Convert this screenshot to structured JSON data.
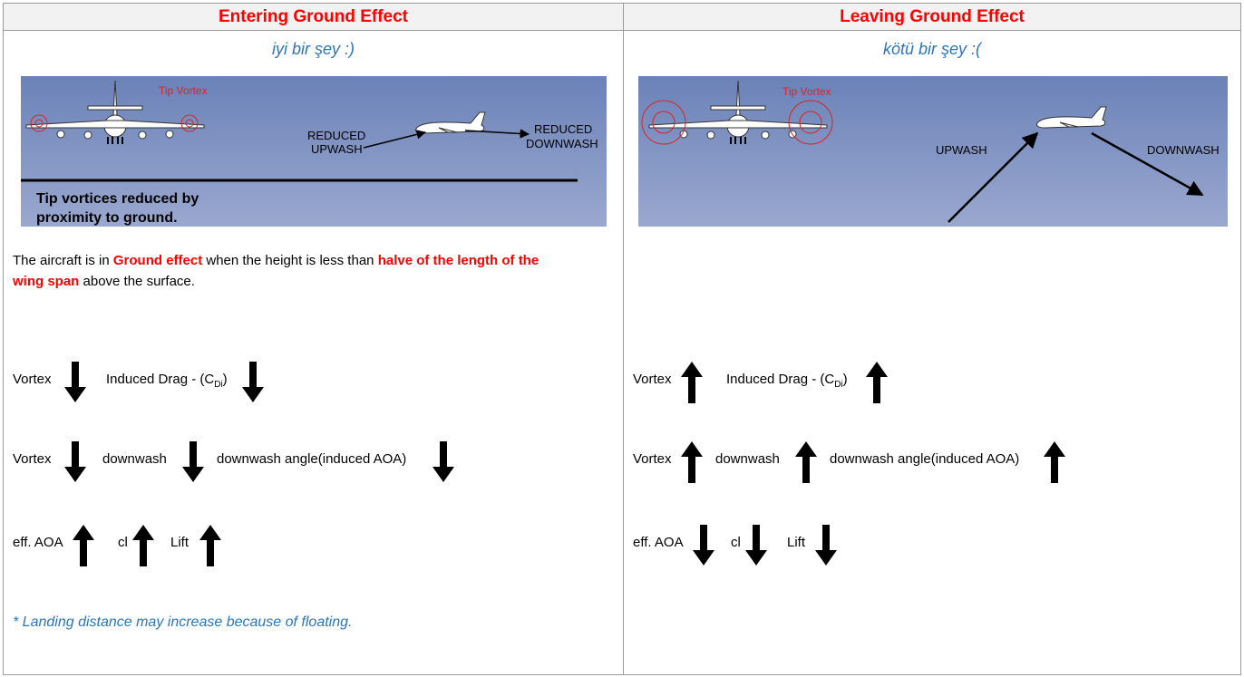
{
  "left": {
    "header": "Entering Ground Effect",
    "subtitle": "iyi bir şey :)",
    "diagram": {
      "tip_vortex": "Tip Vortex",
      "reduced_upwash_1": "REDUCED",
      "reduced_upwash_2": "UPWASH",
      "reduced_downwash_1": "REDUCED",
      "reduced_downwash_2": "DOWNWASH",
      "caption_1": "Tip vortices reduced by",
      "caption_2": "proximity to ground."
    },
    "desc": {
      "p1": "The aircraft is in ",
      "h1": "Ground effect",
      "p2": " when the height is less than ",
      "h2a": "halve of the length of the",
      "h2b": "wing span",
      "p3": " above the surface."
    },
    "row1": {
      "vortex": "Vortex",
      "drag": "Induced Drag - (C",
      "drag_sub": "Di",
      "drag_close": ")"
    },
    "row2": {
      "vortex": "Vortex",
      "downwash": "downwash",
      "angle": "downwash angle(induced AOA)"
    },
    "row3": {
      "eff": "eff. AOA",
      "cl": "cl",
      "lift": "Lift"
    },
    "note": "*  Landing distance may increase because of floating."
  },
  "right": {
    "header": "Leaving Ground Effect",
    "subtitle": "kötü bir şey :(",
    "diagram": {
      "tip_vortex": "Tip Vortex",
      "upwash": "UPWASH",
      "downwash": "DOWNWASH"
    },
    "row1": {
      "vortex": "Vortex",
      "drag": "Induced Drag - (C",
      "drag_sub": "Di",
      "drag_close": ")"
    },
    "row2": {
      "vortex": "Vortex",
      "downwash": "downwash",
      "angle": "downwash angle(induced AOA)"
    },
    "row3": {
      "eff": "eff. AOA",
      "cl": "cl",
      "lift": "Lift"
    }
  },
  "colors": {
    "header_red": "#ff0000",
    "italic_blue": "#2e75b6",
    "diagram_sky_top": "#6b82b8",
    "diagram_sky_bottom": "#9aa8cf"
  }
}
